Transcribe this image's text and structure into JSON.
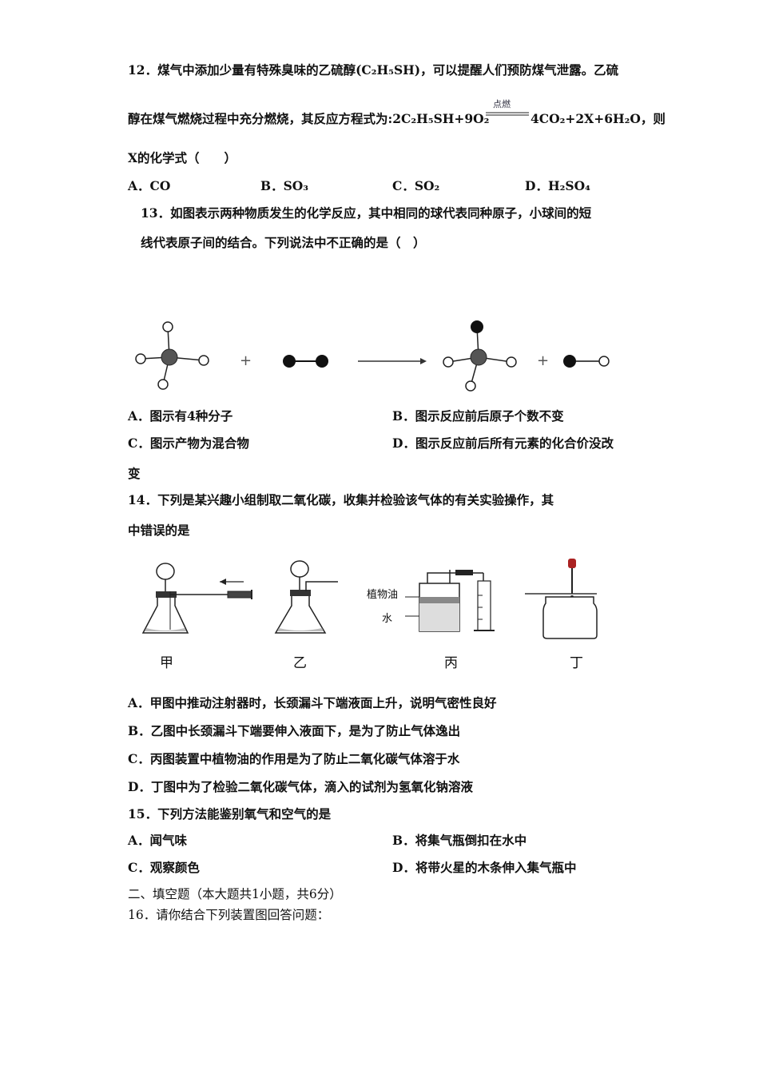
{
  "q12": {
    "line1": "12．煤气中添加少量有特殊臭味的乙硫醇(C₂H₅SH)，可以提醒人们预防煤气泄露。乙硫",
    "line2_a": "醇在煤气燃烧过程中充分燃烧，其反应方程式为:2C₂H₅SH+9O₂",
    "condition": "点燃",
    "line2_b": "4CO₂+2X+6H₂O，则",
    "line3": "X的化学式（　　）",
    "options": [
      "A．CO",
      "B．SO₃",
      "C．SO₂",
      "D．H₂SO₄"
    ]
  },
  "q13": {
    "line1": "13．如图表示两种物质发生的化学反应，其中相同的球代表同种原子，小球间的短",
    "line2": "线代表原子间的结合。下列说法中不正确的是（　）",
    "plus": "+",
    "options": [
      "A．图示有4种分子",
      "B．图示反应前后原子个数不变",
      "C．图示产物为混合物",
      "D．图示反应前后所有元素的化合价没改"
    ],
    "option_d_wrap": "变"
  },
  "q14": {
    "line1": "14．下列是某兴趣小组制取二氧化碳，收集并检验该气体的有关实验操作，其",
    "line2": "中错误的是",
    "labels": [
      "甲",
      "乙",
      "丙",
      "丁"
    ],
    "oil_label": "植物油",
    "water_label": "水",
    "options": [
      "A．甲图中推动注射器时，长颈漏斗下端液面上升，说明气密性良好",
      "B．乙图中长颈漏斗下端要伸入液面下，是为了防止气体逸出",
      "C．丙图装置中植物油的作用是为了防止二氧化碳气体溶于水",
      "D．丁图中为了检验二氧化碳气体，滴入的试剂为氢氧化钠溶液"
    ]
  },
  "q15": {
    "line1": "15．下列方法能鉴别氧气和空气的是",
    "options": [
      "A．闻气味",
      "B．将集气瓶倒扣在水中",
      "C．观察颜色",
      "D．将带火星的木条伸入集气瓶中"
    ]
  },
  "section2": {
    "title": "二、填空题（本大题共1小题，共6分）"
  },
  "q16": {
    "line1": "16．请你结合下列装置图回答问题："
  }
}
